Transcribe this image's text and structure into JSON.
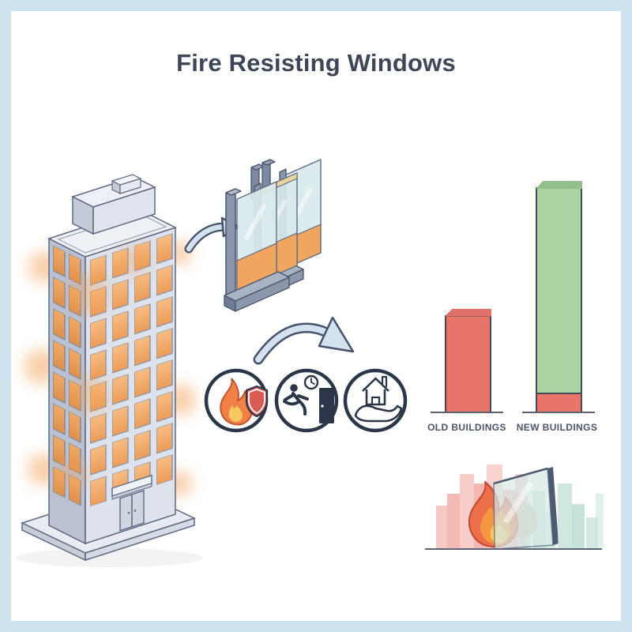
{
  "title": "Fire Resisting Windows",
  "icons": [
    {
      "name": "fire-shield-icon",
      "glyph": "flame with protective shield"
    },
    {
      "name": "evacuation-time-icon",
      "glyph": "running person, exit door and clock"
    },
    {
      "name": "home-protection-icon",
      "glyph": "hand holding a house"
    }
  ],
  "illustrations": {
    "building": "high-rise building with glowing orange windows",
    "window_section": "triple-pane fire resistant glazing cross-section",
    "fire_barrier": "glass pane separating flames from protected skyline"
  },
  "chart_data": {
    "type": "bar",
    "categories": [
      "OLD BUILDINGS",
      "NEW BUILDINGS"
    ],
    "series": [
      {
        "name": "red segment",
        "color": "#e8746a",
        "values": [
          43,
          8
        ]
      },
      {
        "name": "green segment",
        "color": "#abd3a1",
        "values": [
          0,
          92
        ]
      }
    ],
    "ylim": [
      0,
      100
    ],
    "legend": false,
    "grid": false,
    "bar_style": "3d-bevel-top, per-bar baseline"
  },
  "colors": {
    "page_border": "#cfe3ef",
    "background": "#ffffff",
    "title_text": "#3d4757",
    "label_text": "#4a5568",
    "icon_stroke": "#2b3648",
    "bar_outline": "#3f4a5a",
    "bar_old": "#e8746a",
    "bar_old_bevel": "#df7168",
    "bar_new_green": "#abd3a1",
    "bar_new_bevel": "#92bf89",
    "baseline": "#5a6474",
    "window_orange": "#f2a055",
    "building_frame": "#5d6880",
    "arrow_fill": "#d4e2ef",
    "arrow_outline": "#46526b",
    "flame_outer": "#ec6f4a",
    "flame_mid": "#f49741",
    "flame_inner": "#f8c95f",
    "glass_tint": "#d8e9e6",
    "skyline_pink": "#ef9d95",
    "skyline_teal": "#a9d3c6"
  }
}
